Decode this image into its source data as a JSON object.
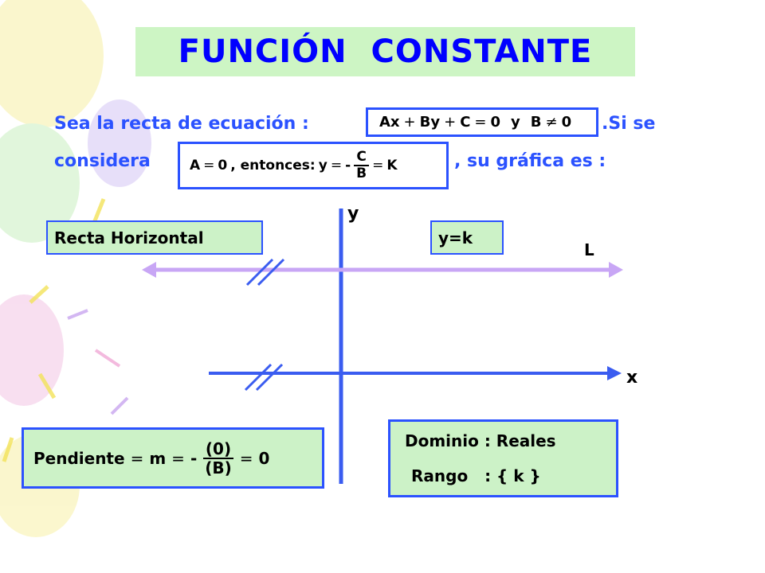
{
  "title": "FUNCIÓN  CONSTANTE",
  "intro": {
    "line1_prefix": "Sea la recta de ecuación :",
    "line1_suffix": ".Si se",
    "line2_prefix": "considera",
    "line2_suffix": ", su gráfica es :"
  },
  "equation1": {
    "left": "Ax",
    "op1": "+",
    "mid1": "By",
    "op2": "+",
    "mid2": "C",
    "eq": "=",
    "zero": "0",
    "conj": "y",
    "b": "B",
    "neq": "≠",
    "zero2": "0"
  },
  "equation2": {
    "a": "A",
    "eq1": "=",
    "zero": "0",
    "text": ", entonces:",
    "y": "y",
    "eq2": "=",
    "minus": "-",
    "num": "C",
    "den": "B",
    "eq3": "=",
    "k": "K"
  },
  "graph": {
    "label_box": "Recta Horizontal",
    "eq_label": "y=k",
    "y_axis": "y",
    "x_axis": "x",
    "line_name": "L"
  },
  "slope": {
    "label": "Pendiente",
    "eq1": "=",
    "m": "m",
    "eq2": "=",
    "minus": "-",
    "num": "(0)",
    "den": "(B)",
    "eq3": "=",
    "result": "0"
  },
  "domain": {
    "line1": "Dominio : Reales",
    "line2": "Rango   : { k }"
  },
  "colors": {
    "accent": "#2b52ff",
    "title": "#0000ff",
    "title_bg": "#cdf5c4",
    "box_bg": "#ccf2c7",
    "line_L": "#c8a6f5"
  }
}
